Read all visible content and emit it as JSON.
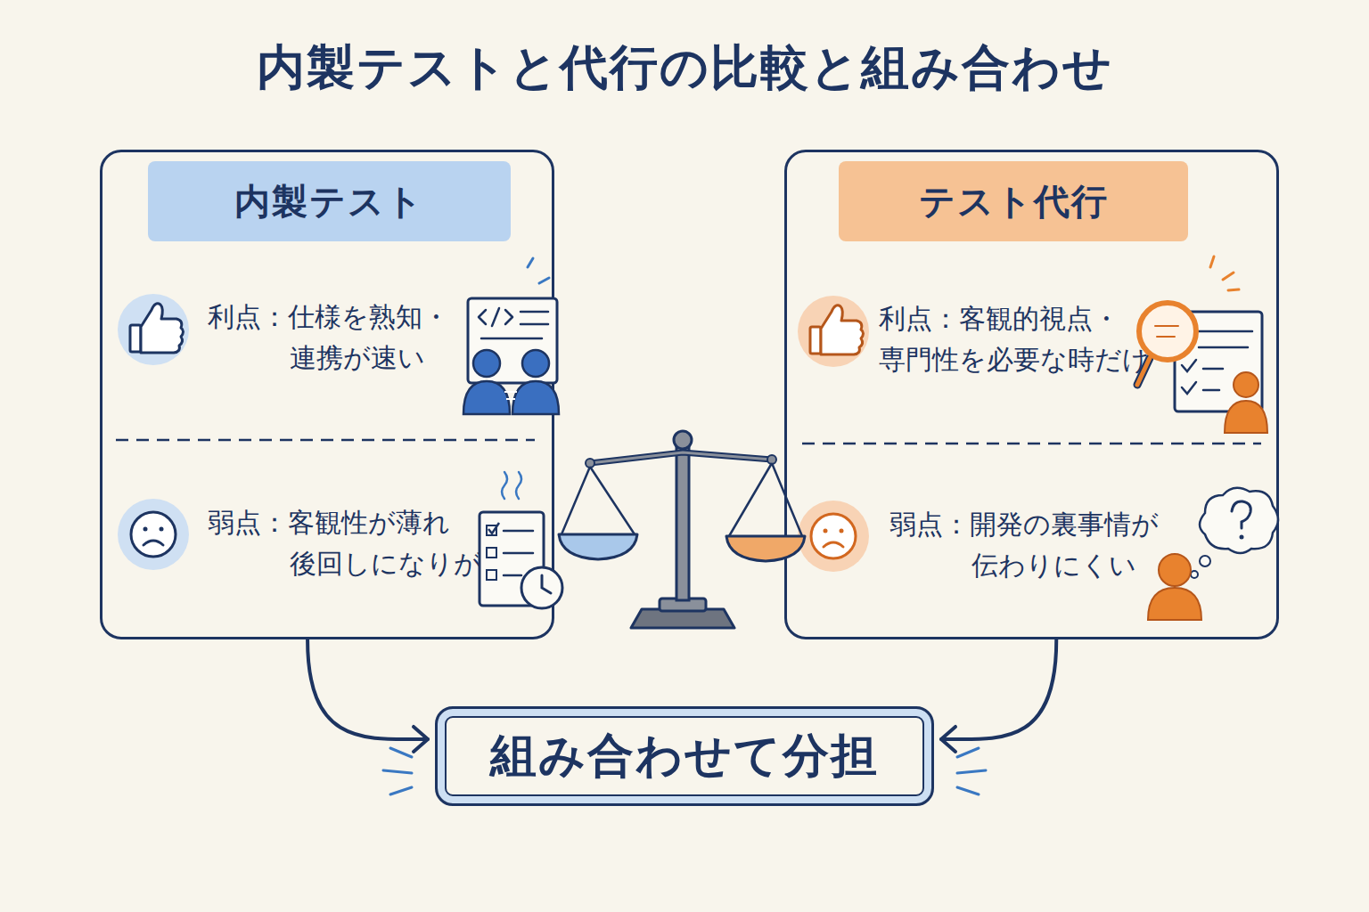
{
  "diagram": {
    "title": "内製テストと代行の比較と組み合わせ",
    "nodes": [
      {
        "text": [
          "利点：仕様を熟知・ 連携が速い",
          "弱点：客観性が薄れ 後回しになりがち"
        ]
      },
      {
        "text": [
          "内製テスト"
        ],
        "in": 0
      },
      {
        "text": [
          "利点：客観的視点・ 専門性を必要な時だけ",
          "弱点：開発の裏事情が 伝わりにくい"
        ]
      },
      {
        "text": [
          "テスト代行"
        ],
        "in": 2
      },
      {
        "text": [
          "組み合わせて分担"
        ]
      }
    ],
    "edges": [
      {
        "from": 0,
        "to": 4,
        "arrow": "to"
      },
      {
        "from": 2,
        "to": 4,
        "arrow": "to"
      }
    ]
  }
}
